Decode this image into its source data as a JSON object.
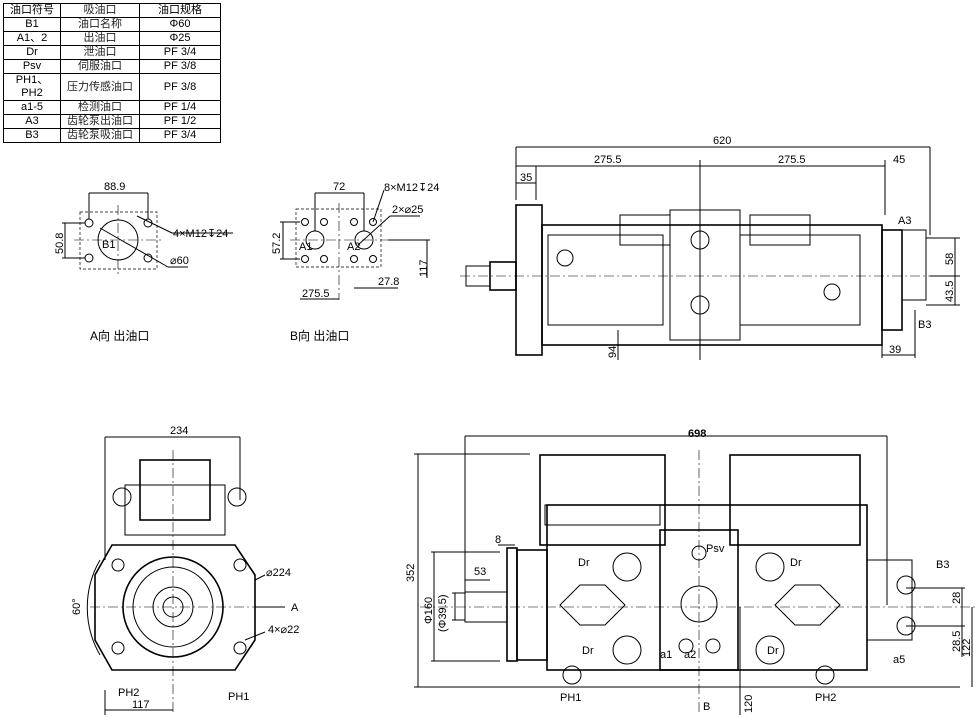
{
  "port_table": {
    "headers": [
      "油口符号",
      "吸油口",
      "油口规格"
    ],
    "rows": [
      [
        "B1",
        "油口名称",
        "Φ60"
      ],
      [
        "A1、2",
        "出油口",
        "Φ25"
      ],
      [
        "Dr",
        "泄油口",
        "PF 3/4"
      ],
      [
        "Psv",
        "伺服油口",
        "PF 3/8"
      ],
      [
        "PH1、PH2",
        "压力传感油口",
        "PF 3/8"
      ],
      [
        "a1-5",
        "检测油口",
        "PF 1/4"
      ],
      [
        "A3",
        "齿轮泵出油口",
        "PF 1/2"
      ],
      [
        "B3",
        "齿轮泵吸油口",
        "PF 3/4"
      ]
    ]
  },
  "view_a": {
    "caption": "A向 出油口",
    "dim_width": "88.9",
    "dim_height": "50.8",
    "bolts": "4×M12↧24",
    "bore": "⌀60",
    "port": "B1"
  },
  "view_b": {
    "caption": "B向 出油口",
    "dim_width": "72",
    "dim_height": "57.2",
    "bolts": "8×M12↧24",
    "bore": "2×⌀25",
    "dim_offset": "275.5",
    "dim_spacing": "27.8",
    "dim_height2": "117",
    "port1": "A1",
    "port2": "A2"
  },
  "top_view": {
    "overall": "620",
    "half1": "275.5",
    "half2": "275.5",
    "d35": "35",
    "d45": "45",
    "d58": "58",
    "d43_5": "43.5",
    "d39": "39",
    "d94": "94",
    "a3": "A3",
    "b3": "B3"
  },
  "front_view": {
    "width": "234",
    "dia224": "⌀224",
    "bolts": "4×⌀22",
    "angle": "60°",
    "arrow_a": "A",
    "d117": "117",
    "ph1": "PH1",
    "ph2": "PH2"
  },
  "side_view": {
    "overall": "698",
    "height": "352",
    "d8": "8",
    "d53": "53",
    "d160": "Φ160",
    "d39_5": "(Φ39.5)",
    "d28": "28",
    "d28_5": "28.5",
    "d122": "122",
    "d120": "120",
    "psv": "Psv",
    "dr": "Dr",
    "a1": "a1",
    "a2": "a2",
    "a5": "a5",
    "b3": "B3",
    "ph1": "PH1",
    "ph2": "PH2",
    "arrow_b": "B"
  }
}
